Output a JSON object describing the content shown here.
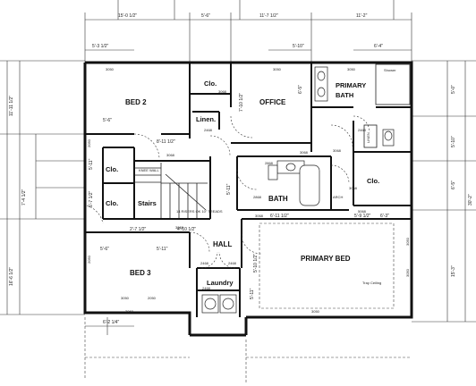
{
  "rooms": {
    "bed2": "BED 2",
    "clo_top": "Clo.",
    "linen": "Linen.",
    "office": "OFFICE",
    "primary_bath_1": "PRIMARY",
    "primary_bath_2": "BATH",
    "clo_left1": "Clo.",
    "clo_left2": "Clo.",
    "stairs": "Stairs",
    "bath": "BATH",
    "clo_right": "Clo.",
    "hall": "HALL",
    "bed3": "BED 3",
    "primary_bed": "PRIMARY BED",
    "laundry": "Laundry"
  },
  "dimensions": {
    "top_1": "15'-0 1/2\"",
    "top_2": "5'-6\"",
    "top_3": "11'-7 1/2\"",
    "top_4": "11'-2\"",
    "sub_1": "5'-3 1/2\"",
    "sub_2": "5'-10\"",
    "sub_3": "6'-4\"",
    "left_1": "11'-11 1/2\"",
    "left_2": "7'-4 1/2\"",
    "left_3": "16'-6 1/2\"",
    "right_1": "5'-0\"",
    "right_2": "5'-10\"",
    "right_3": "6'-5\"",
    "right_4": "30'-2\"",
    "right_5": "15'-3\"",
    "bed2_w": "5'-6\"",
    "hall_1": "8'-11 1/2\"",
    "office_w": "7'-10 1/2\"",
    "office_h": "6'-5\"",
    "mid_1": "5'-11\"",
    "mid_2": "5'-7 1/2\"",
    "mid_3": "2'-7 1/2\"",
    "mid_4": "6'-11 1/2\"",
    "mid_5": "5'-9 1/2\"",
    "mid_6": "6'-3\"",
    "mid_7": "4'-10 1/2\"",
    "bed3_1": "5'-6\"",
    "bed3_2": "5'-11\"",
    "bottom_1": "6'-2 1/4\"",
    "lr_1": "5'-11\"",
    "lr_2": "5'-10 1/2\""
  },
  "notes": {
    "treads": "14 RISERS OK 10\" TREADS",
    "knee_wall": "KNEE WALL",
    "tray": "Tray Ceiling",
    "shower": "Shower",
    "linen_note": "LINEN",
    "arch": "ARCH"
  },
  "window_codes": {
    "w1": "3050",
    "w2": "3050",
    "w3": "2050",
    "w4": "2050",
    "w5": "3050",
    "w6": "2050",
    "w7": "3050",
    "w8": "3050",
    "w9": "3050",
    "w10": "3050"
  },
  "door_codes": {
    "d1": "2468",
    "d2": "3068",
    "d3": "3068",
    "d4": "3068",
    "d5": "2468",
    "d6": "2468",
    "d7": "3068",
    "d8": "2868",
    "d9": "5068",
    "d10": "3068",
    "d11": "2468",
    "d12": "2468",
    "d13": "3068",
    "d14": "2868",
    "d15": "3068",
    "d16": "3068"
  }
}
